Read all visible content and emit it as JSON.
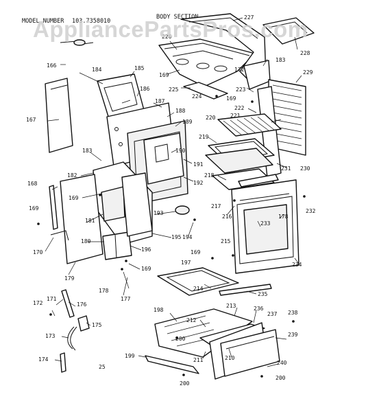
{
  "header": {
    "model_label": "MODEL NUMBER",
    "model_number": "103.7358010",
    "section_title": "BODY SECTION"
  },
  "watermark": "AppliancePartsPros.com",
  "corner_label": "25",
  "callouts": [
    "227",
    "226",
    "228",
    "183",
    "169",
    "172",
    "229",
    "225",
    "223",
    "224",
    "169",
    "222",
    "221",
    "220",
    "219",
    "230",
    "231",
    "218",
    "192",
    "217",
    "216",
    "178",
    "233",
    "232",
    "234",
    "215",
    "169",
    "197",
    "214",
    "235",
    "212",
    "213",
    "198",
    "236",
    "237",
    "238",
    "239",
    "200",
    "210",
    "211",
    "240",
    "199",
    "200",
    "200",
    "166",
    "184",
    "185",
    "186",
    "167",
    "187",
    "188",
    "189",
    "190",
    "191",
    "183",
    "182",
    "168",
    "169",
    "181",
    "169",
    "193",
    "194",
    "195",
    "180",
    "196",
    "170",
    "179",
    "169",
    "178",
    "177",
    "172",
    "171",
    "176",
    "175",
    "173",
    "174"
  ]
}
